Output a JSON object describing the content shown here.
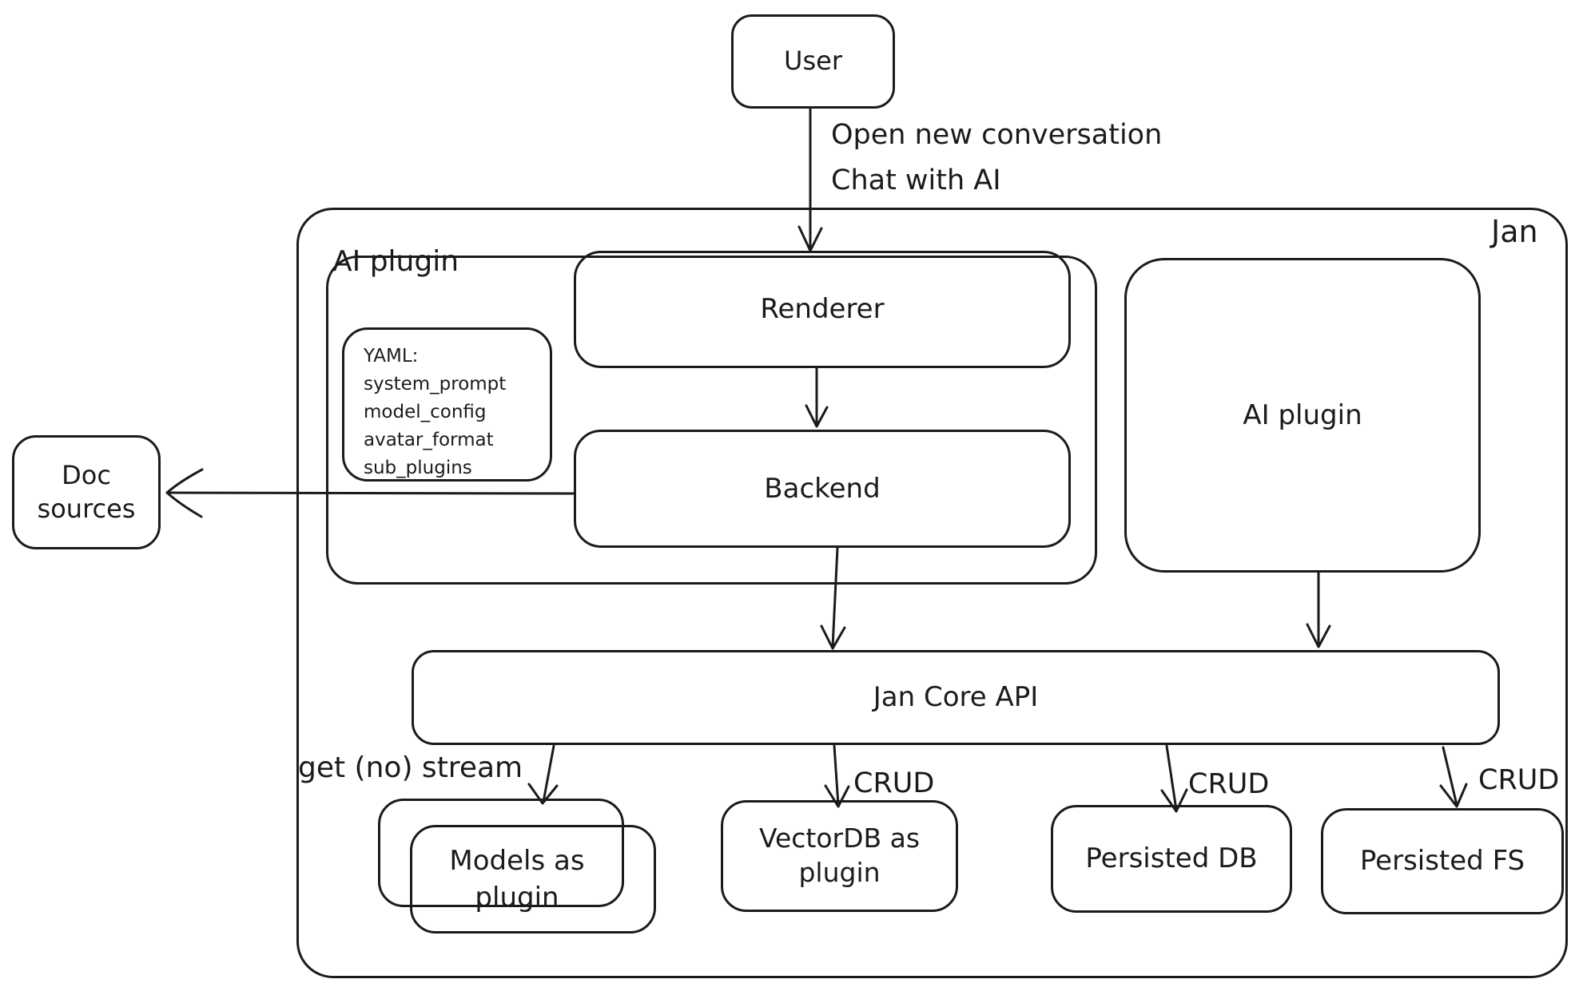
{
  "diagram": {
    "colors": {
      "stroke": "#1b1b1b",
      "background": "#ffffff"
    },
    "nodes": {
      "user": {
        "label": "User"
      },
      "jan_container": {
        "label": "Jan"
      },
      "ai_plugin_group": {
        "label": "AI plugin"
      },
      "renderer": {
        "label": "Renderer"
      },
      "yaml_note": {
        "lines": [
          "YAML:",
          "system_prompt",
          "model_config",
          "avatar_format",
          "sub_plugins"
        ]
      },
      "backend": {
        "label": "Backend"
      },
      "doc_sources": {
        "label": "Doc sources"
      },
      "ai_plugin_right": {
        "label": "AI plugin"
      },
      "jan_core_api": {
        "label": "Jan Core API"
      },
      "models_as_plugin": {
        "label": "Models as plugin"
      },
      "vectordb": {
        "label": "VectorDB as plugin"
      },
      "persisted_db": {
        "label": "Persisted DB"
      },
      "persisted_fs": {
        "label": "Persisted FS"
      }
    },
    "edge_labels": {
      "user_to_renderer_line1": "Open new conversation",
      "user_to_renderer_line2": "Chat with AI",
      "get_no_stream": "get (no) stream",
      "crud_vectordb": "CRUD",
      "crud_persisted_db": "CRUD",
      "crud_persisted_fs": "CRUD"
    }
  }
}
